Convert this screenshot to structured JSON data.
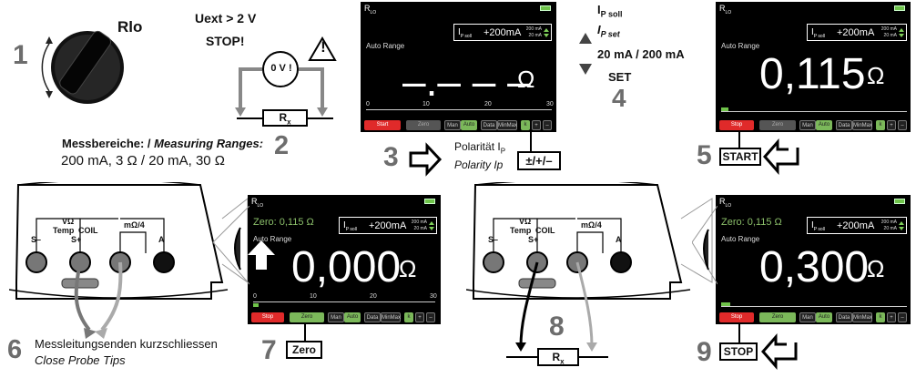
{
  "steps": {
    "s1": "1",
    "s2": "2",
    "s3": "3",
    "s4": "4",
    "s5": "5",
    "s6": "6",
    "s7": "7",
    "s8": "8",
    "s9": "9"
  },
  "knob_label": "Rlo",
  "warning": {
    "line1": "Uext > 2 V",
    "line2": "STOP!",
    "meter": "0 V !",
    "resistor": "R",
    "resistor_sub": "x",
    "caution": "!"
  },
  "ranges": {
    "heading_de": "Messbereiche: / ",
    "heading_en": "Measuring Ranges:",
    "values": "200 mA, 3 Ω / 20 mA, 30 Ω"
  },
  "polarity": {
    "de": "Polarität I",
    "de_sub": "P",
    "en": "Polarity Ip",
    "button": "±/+/–"
  },
  "ip_setting": {
    "l1": "I",
    "l1_sub": "P soll",
    "l2": "I",
    "l2_sub": "P set",
    "range": "20 mA / 200 mA",
    "set": "SET"
  },
  "start_button": "START",
  "zero_button": "Zero",
  "stop_button": "STOP",
  "resistor8": {
    "label": "R",
    "sub": "x"
  },
  "short_tips": {
    "de": "Messleitungsenden kurzschliessen",
    "en": "Close Probe Tips"
  },
  "terminals": {
    "s_minus": "S–",
    "s_plus": "S+",
    "a": "A",
    "v_omega": "VΩ",
    "temp": "Temp",
    "coil": "COIL",
    "m_omega": "mΩ/4"
  },
  "screens": {
    "title": "R",
    "title_sub": "LO",
    "auto_range": "Auto Range",
    "ip_key": "I",
    "ip_key_sub": "P soll",
    "ip_value": "+200mA",
    "opt1": "200 mA",
    "opt2": "20 mA",
    "ticks": [
      "0",
      "10",
      "20",
      "30"
    ],
    "btn_zero": "Zero",
    "btn_man": "Man",
    "btn_auto": "Auto",
    "btn_data": "Data",
    "btn_minmax": "MinMax",
    "btn_k": "k",
    "btn_plus": "+",
    "btn_minus": "–",
    "a": {
      "reading": "–.– – –",
      "unit": "Ω",
      "left_btn": "Start"
    },
    "b": {
      "reading": "0,115",
      "unit": "Ω",
      "left_btn": "Stop"
    },
    "c": {
      "zero": "Zero: 0,115 Ω",
      "reading": "0,000",
      "unit": "Ω",
      "left_btn": "Stop"
    },
    "d": {
      "zero": "Zero: 0,115 Ω",
      "reading": "0,300",
      "unit": "Ω",
      "left_btn": "Stop"
    }
  }
}
